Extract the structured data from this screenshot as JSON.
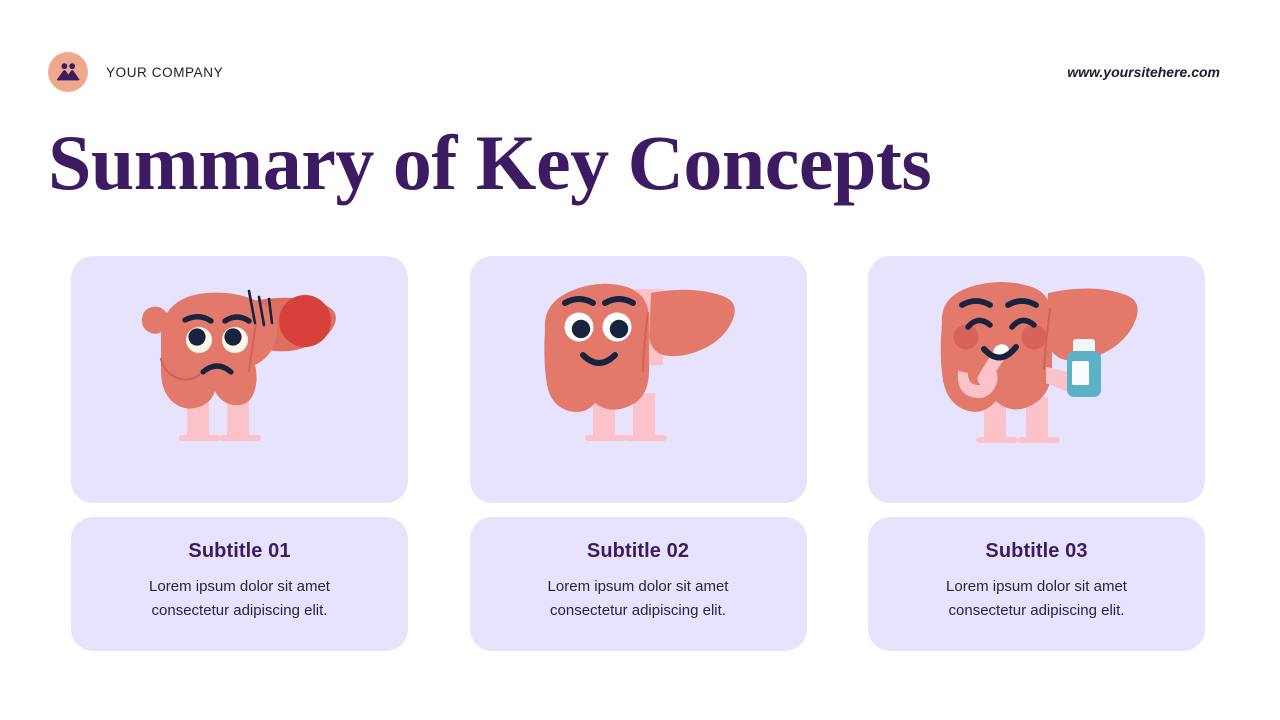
{
  "header": {
    "logo_icon": "people-group-icon",
    "logo_bg_color": "#EDA98A",
    "logo_glyph_color": "#3D1B62",
    "company_name": "YOUR COMPANY",
    "site_url": "www.yoursitehere.com"
  },
  "title": "Summary of Key Concepts",
  "theme": {
    "title_color": "#3D1B62",
    "card_bg": "#E7E3FC",
    "page_bg": "#FFFFFF",
    "liver_body": "#E3796B",
    "liver_lobe": "#DD6E60",
    "legs": "#FBC3C9",
    "eye_dark": "#17233F",
    "lesion_red": "#D8413B",
    "blush": "#D4605A",
    "bottle_body": "#5BB2C4",
    "bottle_cap": "#F4F7FA"
  },
  "cards": [
    {
      "illustration": "sad-liver-with-lesion-illustration",
      "subtitle": "Subtitle 01",
      "body": "Lorem ipsum dolor sit amet consectetur adipiscing elit."
    },
    {
      "illustration": "happy-liver-illustration",
      "subtitle": "Subtitle 02",
      "body": "Lorem ipsum dolor sit amet consectetur adipiscing elit."
    },
    {
      "illustration": "liver-taking-medicine-illustration",
      "subtitle": "Subtitle 03",
      "body": "Lorem ipsum dolor sit amet consectetur adipiscing elit."
    }
  ]
}
